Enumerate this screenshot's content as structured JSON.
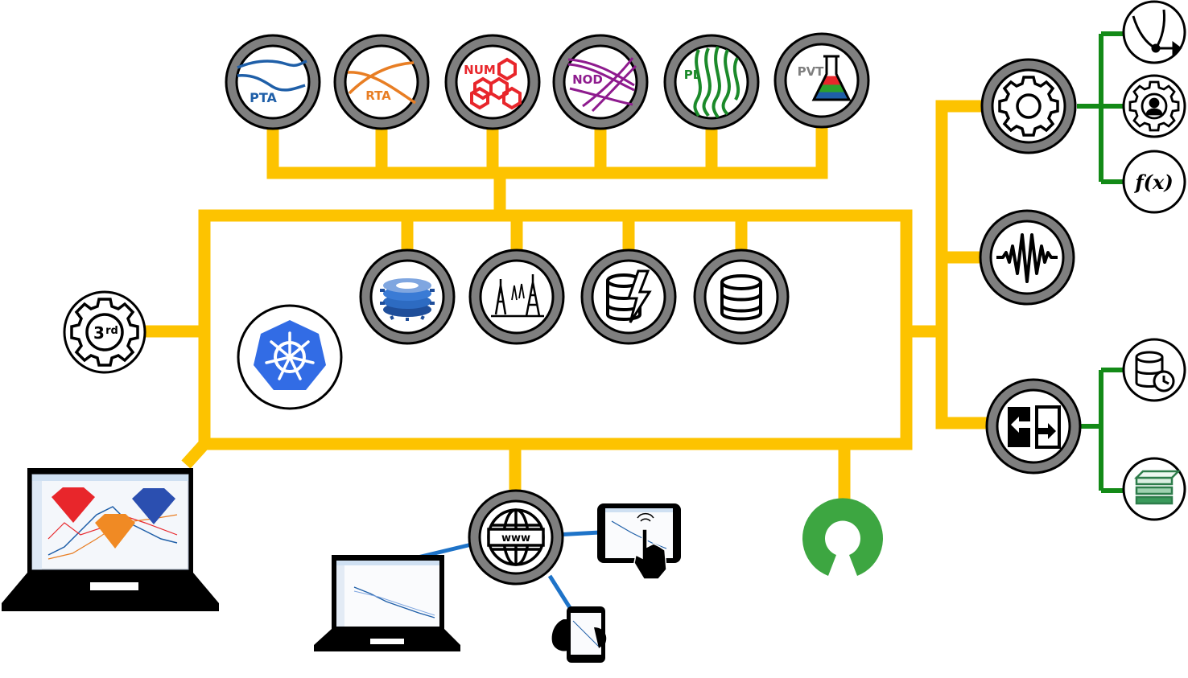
{
  "modules": {
    "pta": "PTA",
    "rta": "RTA",
    "num": "NUM",
    "nod": "NOD",
    "pl": "PL",
    "pvt": "PVT"
  },
  "third_party": {
    "sup": "rd",
    "num": "3"
  },
  "function_symbol": "f(x)",
  "web_icon_text": "www",
  "colors": {
    "bus": "#FDC300",
    "connector_green": "#138A17",
    "web_link_blue": "#1E73C8",
    "ring_gray": "#7F7F7F",
    "pta_blue": "#1F5FA8",
    "rta_orange": "#E87E24",
    "num_red": "#E8262B",
    "nod_purple": "#8E1B8E",
    "pl_green": "#1B8A2A",
    "kubernetes_blue": "#326CE5",
    "opensource_green": "#3DA641"
  },
  "icons": [
    "pta-icon",
    "rta-icon",
    "num-icon",
    "nod-icon",
    "pl-icon",
    "pvt-icon",
    "cluster-gear-icon",
    "oil-fields-icon",
    "power-db-icon",
    "database-icon",
    "kubernetes-icon",
    "third-party-gear-icon",
    "desktop-laptop-icon",
    "web-icon",
    "web-laptop-icon",
    "tablet-icon",
    "phone-icon",
    "open-source-icon",
    "settings-gear-icon",
    "gauge-icon",
    "user-gear-icon",
    "function-icon",
    "signal-icon",
    "exchange-icon",
    "db-history-icon",
    "layers-icon"
  ]
}
